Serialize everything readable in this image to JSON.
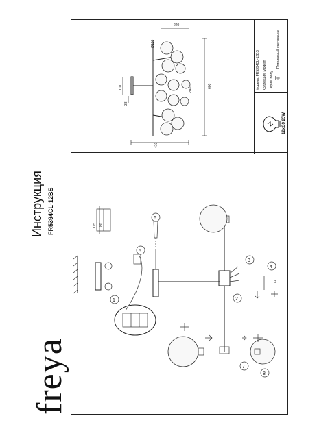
{
  "brand": "freya",
  "title": "Инструкция",
  "model_code": "FR5394CL-12BS",
  "spec": {
    "rows": [
      {
        "label": "Модель:",
        "value": "FR5394CL-12BS"
      },
      {
        "label": "Коллекция:",
        "value": "Modern"
      },
      {
        "label": "Серия:",
        "value": "Bony"
      },
      {
        "label": "Тип:",
        "value": "Потолочный светильник"
      }
    ],
    "bulb": "12xG9 25W"
  },
  "dimensions": {
    "d120": "Ø120",
    "w220": "220",
    "d40": "Ø40",
    "h110": "110",
    "h38": "38",
    "h600": "600",
    "w410": "410"
  },
  "mount": {
    "h115": "115",
    "h80": "80"
  },
  "steps": [
    "1",
    "2",
    "3",
    "4",
    "5",
    "6",
    "7",
    "8"
  ],
  "letter_d": "D"
}
